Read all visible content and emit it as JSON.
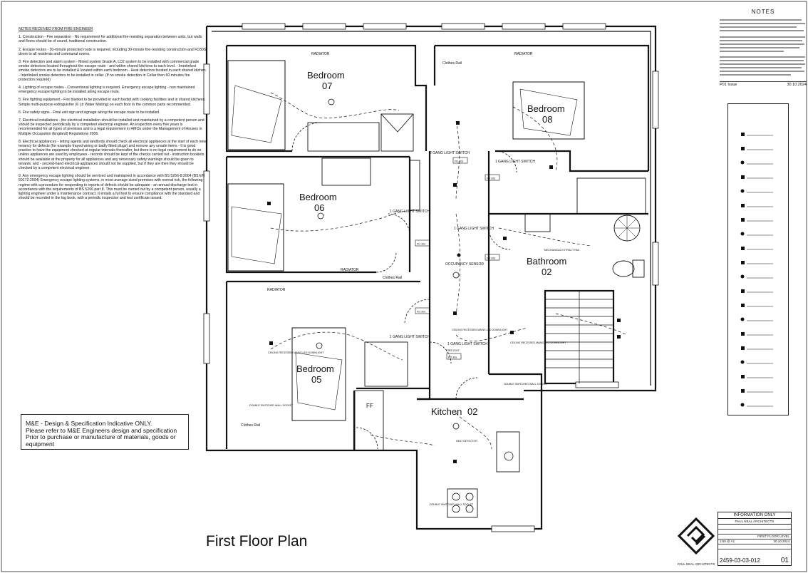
{
  "plan": {
    "title": "First Floor Plan",
    "rooms": [
      {
        "name": "Bedroom",
        "number": "07"
      },
      {
        "name": "Bedroom",
        "number": "06"
      },
      {
        "name": "Bedroom",
        "number": "05"
      },
      {
        "name": "Bedroom",
        "number": "08"
      },
      {
        "name": "Bathroom",
        "number": "02"
      },
      {
        "name": "Kitchen",
        "number": "02"
      }
    ],
    "labels": {
      "radiator": "RADIATOR",
      "clothes_rail": "Clothes Rail",
      "switch_1g": "1 GANG LIGHT SWITCH",
      "switch_2g": "2 GANG LIGHT SWITCH",
      "fd30s": "FD 30s",
      "ff": "FF",
      "occupancy": "OCCUPANCY SENSOR",
      "mech_fan": "MECHANICAL EXTRACT FAN",
      "fire_exit": "FIRE EXIT",
      "socket_d": "DOUBLE SWITCHED WALL SOCKET",
      "downlight": "CEILING RECESSED MAINS LED DOWNLIGHT",
      "heat_sensor": "HEAT DETECTOR"
    }
  },
  "notes_left": {
    "heading": "NOTES RECEIVED FROM FIRE ENGINEER",
    "items": [
      "1. Construction - Fire separation - No requirement for additional fire-resisting separation between units, but walls and floors should be of sound, traditional construction.",
      "2. Escape routes - 30-minute protected route is required, including 30-minute fire-resisting construction and FD30S doors to all residents and communal rooms.",
      "3. Fire detection and alarm system - Mixed system Grade A, LD2 system to be installed with commercial grade smoke detectors located throughout the escape route - and within shared kitchens to each level. - Interlinked smoke detectors are to be installed & located within each bedroom - Heat detectors located in each shared kitchen - Interlinked smoke detectors to be installed in cellar. (If no smoke detection in Cellar then 60 minutes fire protection required)",
      "4. Lighting of escape routes - Conventional lighting is required. Emergency escape lighting - non maintained emergency escape lighting to be installed along escape route.",
      "5. Fire fighting equipment - Fire blanket to be provided in each bedsit with cooking facilities and in shared kitchens. Simple multi-purpose extinguisher (6 Ltr Water Misting) on each floor in the common parts recommended.",
      "6. Fire safety signs - Final exit sign and signage along the escape route to be installed.",
      "7. Electrical installations - the electrical installation should be installed and maintained by a competent person and should be inspected periodically by a competent electrical engineer. An inspection every five years is recommended for all types of premises and is a legal requirement in HMOs under the Management of Houses in Multiple Occupation (England) Regulations 2006.",
      "8. Electrical appliances - letting agents and landlords should check all electrical appliances at the start of each new tenancy for defects (for example frayed wiring or badly fitted plugs) and remove any unsafe items - It is good practice to have the equipment checked at regular intervals thereafter, but there is no legal requirement to do so unless appliances are used by employees - records should be kept of the checks carried out - instruction booklets should be available at the property for all appliances and any necessary safety warnings should be given to tenants; and - second-hand electrical appliances should not be supplied, but if they are then they should be checked by a competent electrical engineer.",
      "9. Any emergency escape lighting should be serviced and maintained in accordance with BS 5266-8:2004 (BS EN 50172:2004) Emergency escape lighting systems, in most average sized premises with normal risk, the following regime with a procedure for responding to reports of defects should be adequate - an annual discharge test in accordance with the requirements of BS 5266 part 8. This must be carried out by a competent person, usually a lighting engineer under a maintenance contract. It entails a full test to ensure compliance with the standard and should be recorded in the log book, with a periodic inspection and test certificate issued."
    ]
  },
  "disclaimer": {
    "line1": "M&E - Design & Specification Indicative ONLY.",
    "line2": "Please refer to M&E Engineers design and specification",
    "line3": "Prior to purchase or manufacture of materials, goods or",
    "line4": "equipment"
  },
  "notes_right": {
    "heading": "NOTES",
    "issue_code": "P01  Issue",
    "issue_date": "30.10.2024"
  },
  "title_block": {
    "status": "INFORMATION ONLY",
    "firm": "PAUL NEAL ARCHITECTS",
    "title": "FIRST FLOOR LEVEL",
    "scale": "1:50 @ A1",
    "date": "30.10.2024",
    "drawing_no": "2459-03-03-012",
    "revision": "01",
    "logo_text": "PAUL NEAL ARCHITECTS"
  }
}
